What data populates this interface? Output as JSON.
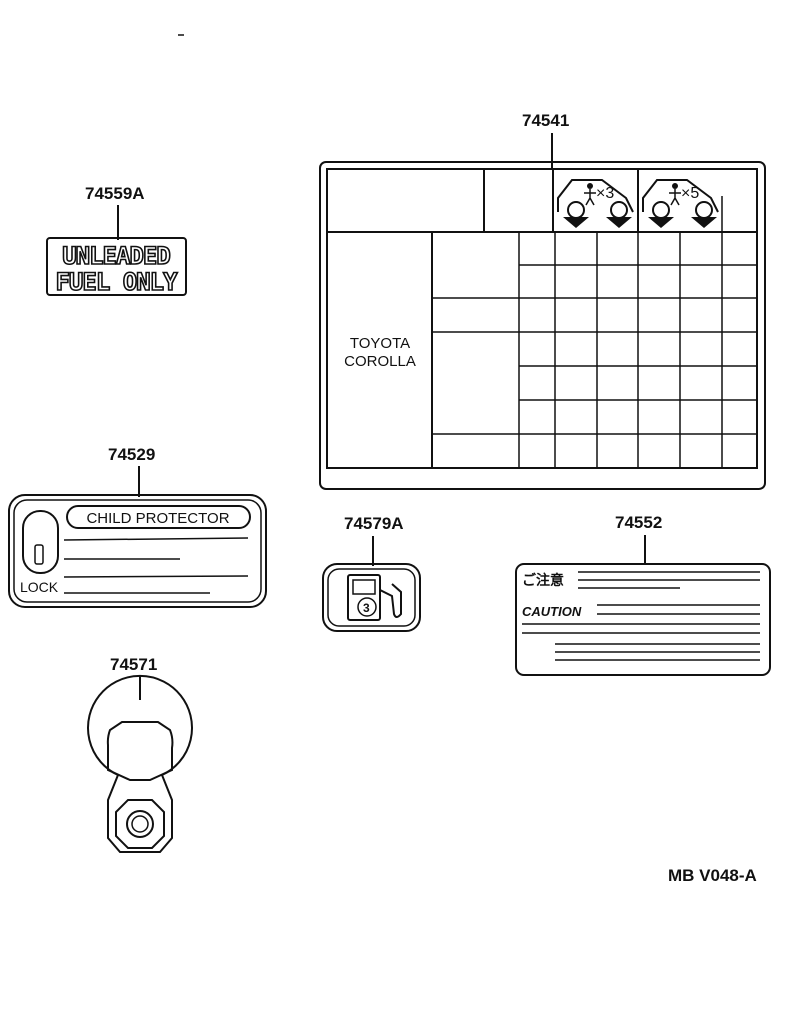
{
  "labels": [
    {
      "part_number": "74541",
      "texts": {
        "model_line1": "TOYOTA",
        "model_line2": "COROLLA",
        "adults_count": "×3",
        "adults_count_b": "×5"
      }
    },
    {
      "part_number": "74559A",
      "texts": {
        "line1": "UNLEADED",
        "line2": "FUEL ONLY"
      }
    },
    {
      "part_number": "74529",
      "texts": {
        "title": "CHILD PROTECTOR",
        "lock": "LOCK"
      }
    },
    {
      "part_number": "74579A",
      "texts": {}
    },
    {
      "part_number": "74552",
      "texts": {
        "jp_caution": "ご注意",
        "caution": "CAUTION"
      }
    },
    {
      "part_number": "74571",
      "texts": {}
    }
  ],
  "diagram_code": "MB V048-A",
  "colors": {
    "ink": "#111111",
    "paper": "#ffffff"
  }
}
